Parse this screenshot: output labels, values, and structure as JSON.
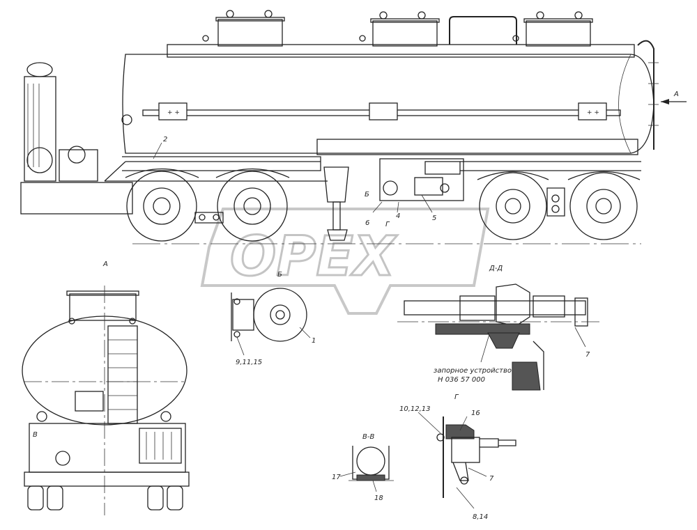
{
  "view_labels": {
    "arrow_a": "А",
    "view_a": "А",
    "view_b": "Б",
    "section_dd": "Д-Д",
    "section_vv": "В-В",
    "view_g": "Г",
    "marker_b_on_main": "Б",
    "marker_g_on_main": "Г",
    "marker_v_on_rear": "В"
  },
  "part_labels": {
    "p1": "1",
    "p2": "2",
    "p4": "4",
    "p5": "5",
    "p6": "6",
    "p7a": "7",
    "p7b": "7",
    "p9_11_15": "9,11,15",
    "p10_12_13": "10,12,13",
    "p16": "16",
    "p17": "17",
    "p18": "18",
    "p8_14": "8,14"
  },
  "notes": {
    "lock_device_line1": "запорное устройство",
    "lock_device_line2": "Н 036 57 000"
  },
  "watermark": "OPEX"
}
